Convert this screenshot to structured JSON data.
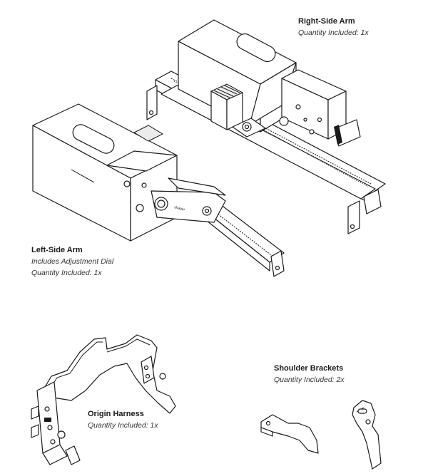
{
  "components": {
    "right_arm": {
      "title": "Right-Side Arm",
      "lines": [
        "Quantity Included: 1x"
      ]
    },
    "left_arm": {
      "title": "Left-Side Arm",
      "lines": [
        "Includes Adjustment Dial",
        "Quantity Included: 1x"
      ]
    },
    "origin_harness": {
      "title": "Origin Harness",
      "lines": [
        "Quantity Included: 1x"
      ]
    },
    "shoulder_brackets": {
      "title": "Shoulder Brackets",
      "lines": [
        "Quantity Included: 2x"
      ]
    }
  },
  "dial_label": "shaper"
}
